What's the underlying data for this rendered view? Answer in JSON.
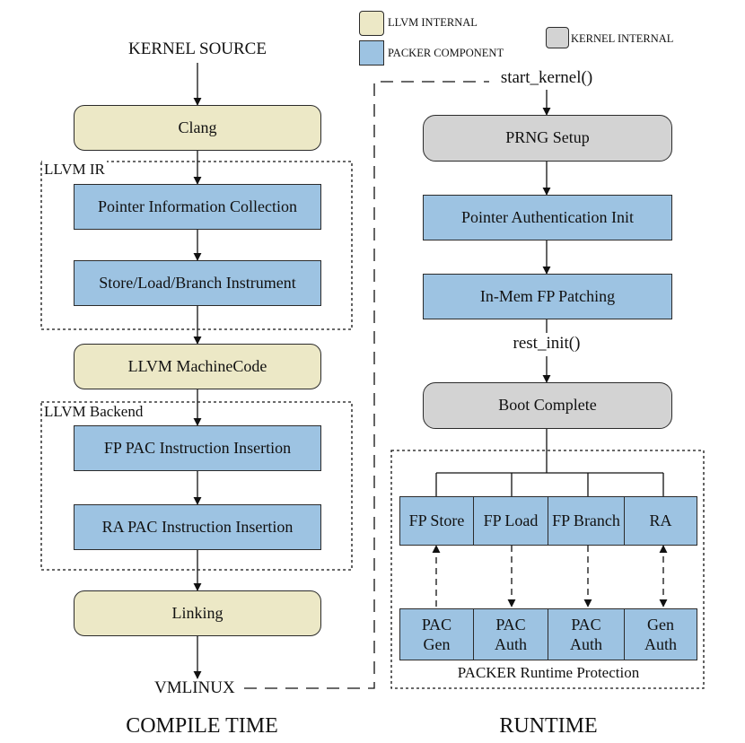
{
  "legend": {
    "llvm_internal": {
      "label": "LLVM INTERNAL",
      "color": "#ece8c6"
    },
    "packer_component": {
      "label": "PACKER COMPONENT",
      "color": "#9dc3e2"
    },
    "kernel_internal": {
      "label": "KERNEL INTERNAL",
      "color": "#d3d3d3"
    }
  },
  "compile": {
    "source": "KERNEL SOURCE",
    "clang": "Clang",
    "ir_region": "LLVM IR",
    "pointer_info": "Pointer Information Collection",
    "instrument": "Store/Load/Branch Instrument",
    "machinecode": "LLVM MachineCode",
    "backend_region": "LLVM Backend",
    "fp_pac": "FP PAC Instruction Insertion",
    "ra_pac": "RA PAC Instruction Insertion",
    "linking": "Linking",
    "output": "VMLINUX",
    "section_title": "COMPILE TIME"
  },
  "runtime": {
    "start": "start_kernel()",
    "prng": "PRNG Setup",
    "pa_init": "Pointer Authentication Init",
    "fp_patch": "In-Mem FP Patching",
    "rest_init": "rest_init()",
    "boot_complete": "Boot Complete",
    "top_row": [
      "FP Store",
      "FP Load",
      "FP Branch",
      "RA"
    ],
    "bottom_row": [
      {
        "line1": "PAC",
        "line2": "Gen"
      },
      {
        "line1": "PAC",
        "line2": "Auth"
      },
      {
        "line1": "PAC",
        "line2": "Auth"
      },
      {
        "line1": "Gen",
        "line2": "Auth"
      }
    ],
    "region_label": "PACKER Runtime Protection",
    "section_title": "RUNTIME"
  }
}
